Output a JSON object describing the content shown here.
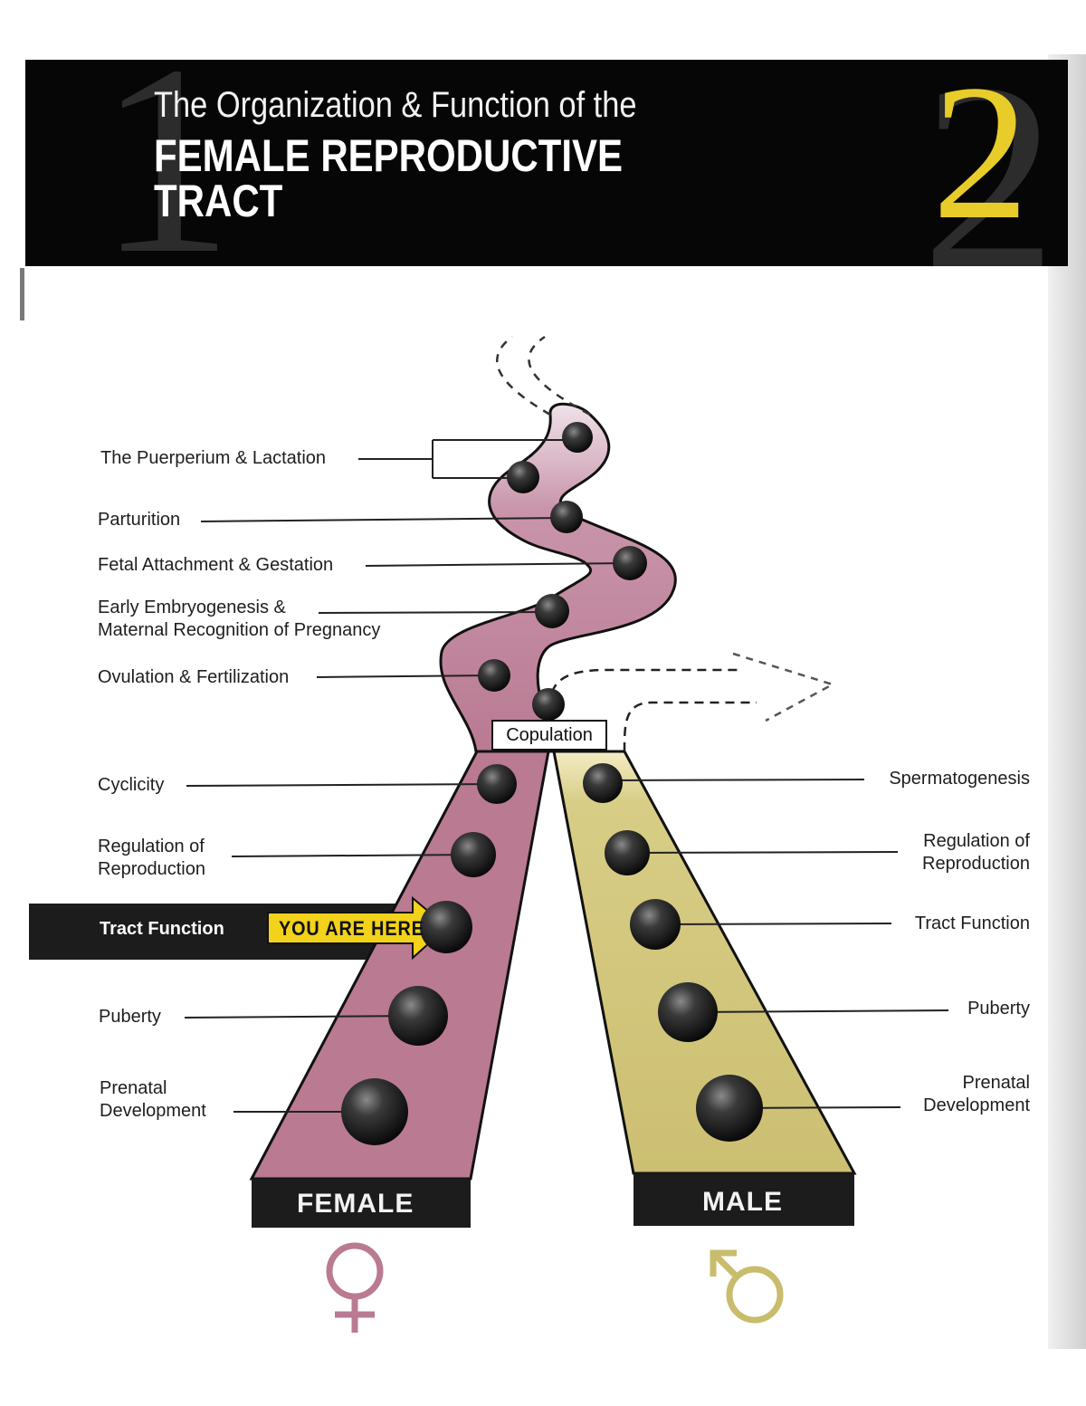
{
  "header": {
    "chapter_number": "2",
    "subtitle": "The Organization & Function of the",
    "title": "FEMALE REPRODUCTIVE TRACT"
  },
  "diagram": {
    "copulation": "Copulation",
    "female_label": "FEMALE",
    "male_label": "MALE",
    "you_are_here": "YOU ARE HERE",
    "female_events": {
      "puerperium": "The Puerperium & Lactation",
      "parturition": "Parturition",
      "gestation": "Fetal Attachment & Gestation",
      "embryogenesis_1": "Early Embryogenesis &",
      "embryogenesis_2": "Maternal Recognition of Pregnancy",
      "ovulation": "Ovulation & Fertilization",
      "cyclicity": "Cyclicity",
      "regulation_1": "Regulation of",
      "regulation_2": "Reproduction",
      "tract_function": "Tract Function",
      "puberty": "Puberty",
      "prenatal_1": "Prenatal",
      "prenatal_2": "Development"
    },
    "male_events": {
      "spermatogenesis": "Spermatogenesis",
      "regulation_1": "Regulation of",
      "regulation_2": "Reproduction",
      "tract_function": "Tract Function",
      "puberty": "Puberty",
      "prenatal_1": "Prenatal",
      "prenatal_2": "Development"
    },
    "colors": {
      "female": "#b97a92",
      "male": "#cfc37a",
      "highlight": "#f2d21a",
      "dark": "#1c1c1c"
    }
  }
}
